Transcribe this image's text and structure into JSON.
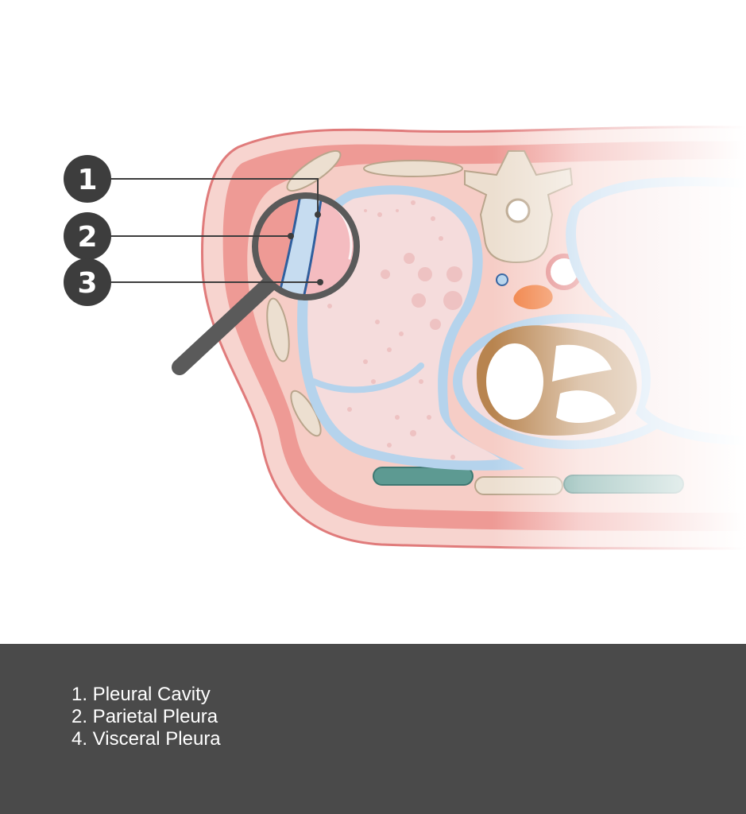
{
  "markers": [
    {
      "number": "1",
      "target": "pleural-cavity"
    },
    {
      "number": "2",
      "target": "parietal-pleura"
    },
    {
      "number": "3",
      "target": "visceral-pleura"
    }
  ],
  "legend": {
    "items": [
      {
        "text": "1.  Pleural Cavity"
      },
      {
        "text": "2. Parietal Pleura"
      },
      {
        "text": "4. Visceral Pleura"
      }
    ]
  },
  "colors": {
    "skin": "#f7d4cf",
    "skin_edge": "#e07b7b",
    "muscle": "#ee9a95",
    "lung": "#f5dcdc",
    "pleura": "#b5d3ec",
    "pleura_dark": "#2f5f9e",
    "bone": "#ecdfd0",
    "heart": "#b8844f",
    "marker": "#3d3d3d",
    "legend_bg": "#4a4a4a"
  }
}
